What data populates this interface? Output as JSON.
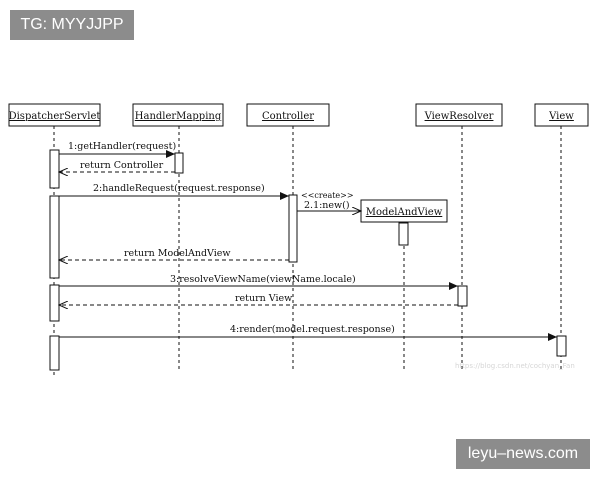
{
  "watermarks": {
    "top_left": "TG: MYYJJPP",
    "bottom_right": "leyu–news.com",
    "faint": "https://blog.csdn.net/cochyan_Fan"
  },
  "participants": {
    "dispatcher": "DispatcherServlet",
    "handler_mapping": "HandlerMapping",
    "controller": "Controller",
    "model_and_view": "ModelAndView",
    "view_resolver": "ViewResolver",
    "view": "View"
  },
  "messages": {
    "m1": "1:getHandler(request)",
    "m1_return": "return Controller",
    "m2": "2:handleRequest(request.response)",
    "stereotype": "<<create>>",
    "m21": "2.1:new()",
    "m2_return": "return ModelAndView",
    "m3": "3:resolveViewName(viewName.locale)",
    "m3_return": "return View",
    "m4": "4:render(model.request.response)"
  },
  "colors": {
    "ink": "#111111",
    "watermark_bg": "#8c8c8c",
    "activation_fill": "#ffffff"
  }
}
